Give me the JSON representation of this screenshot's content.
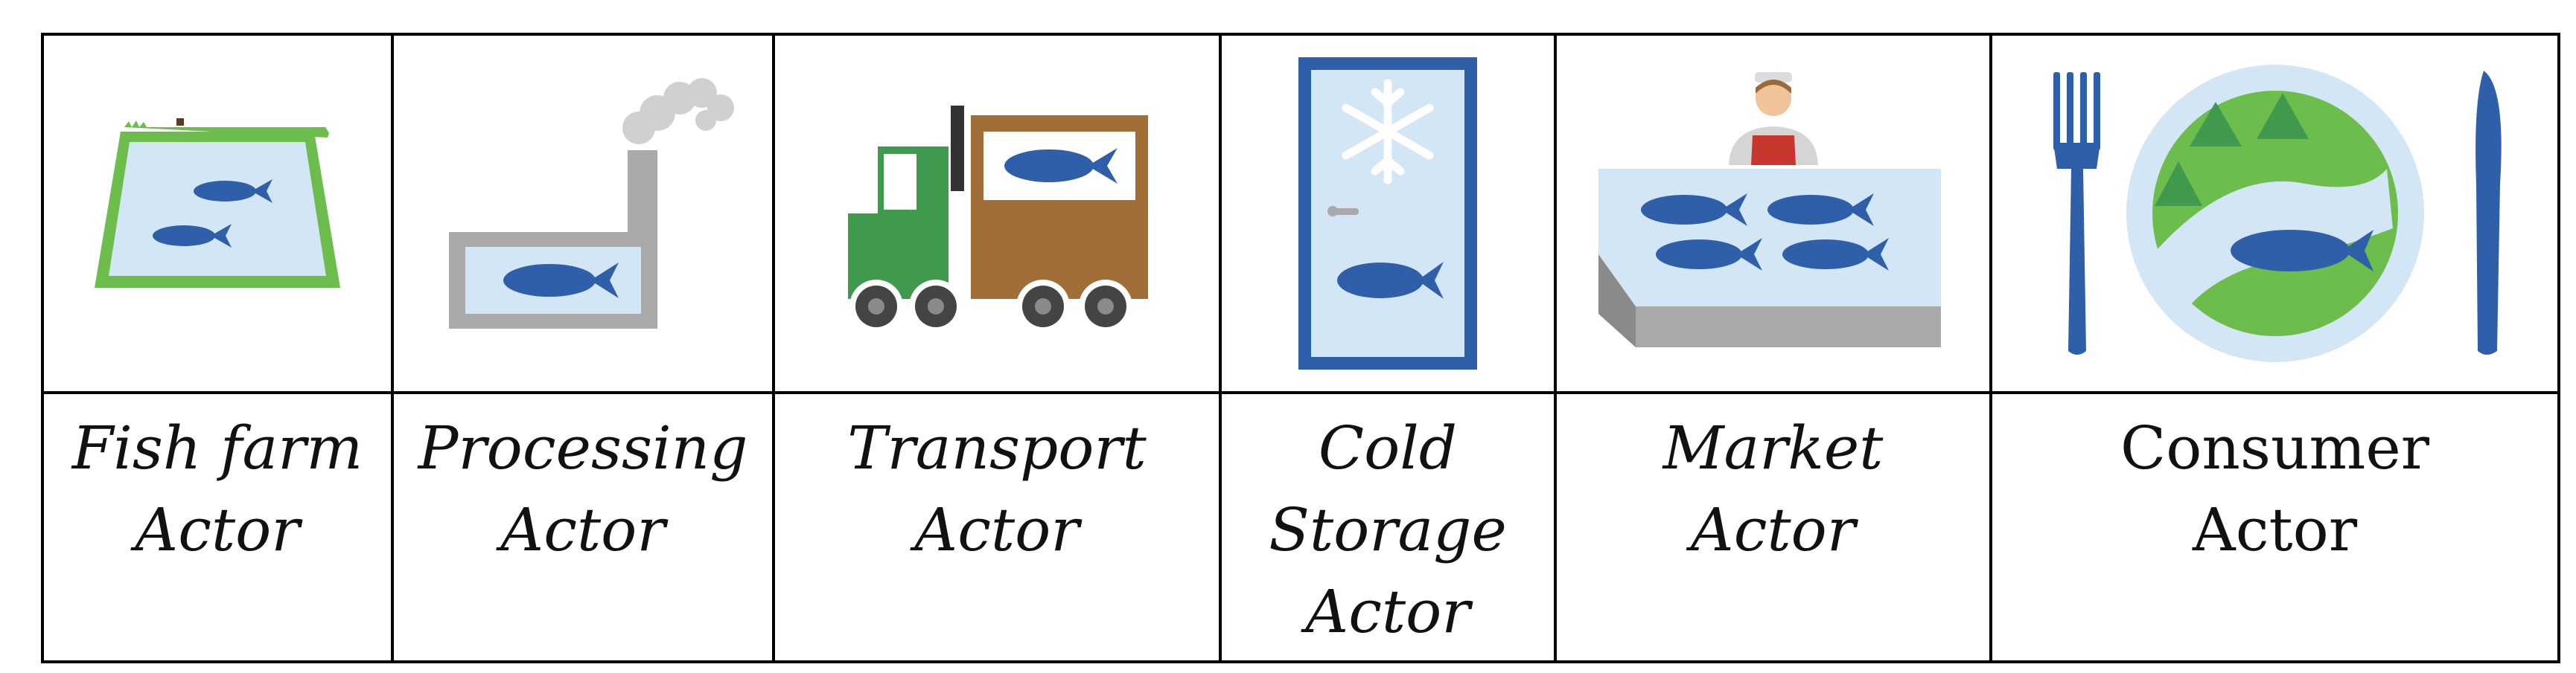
{
  "colors": {
    "fish": "#2f5fa8",
    "water": "#d3e6f5",
    "grass": "#6dbd4c",
    "truck_cab": "#3f9a4d",
    "truck_box": "#a06e36",
    "gray": "#a9a9a9",
    "border": "#000000"
  },
  "actors": [
    {
      "key": "fish-farm",
      "icon": "fish-pond-icon",
      "lines": [
        "Fish farm",
        "Actor"
      ]
    },
    {
      "key": "processing",
      "icon": "factory-icon",
      "lines": [
        "Processing",
        "Actor"
      ]
    },
    {
      "key": "transport",
      "icon": "truck-icon",
      "lines": [
        "Transport",
        "Actor"
      ]
    },
    {
      "key": "cold-storage",
      "icon": "freezer-icon",
      "lines": [
        "Cold",
        "Storage",
        "Actor"
      ]
    },
    {
      "key": "market",
      "icon": "fish-market-icon",
      "lines": [
        "Market",
        "Actor"
      ]
    },
    {
      "key": "consumer",
      "icon": "plate-cutlery-icon",
      "lines": [
        "Consumer",
        "Actor"
      ]
    }
  ]
}
